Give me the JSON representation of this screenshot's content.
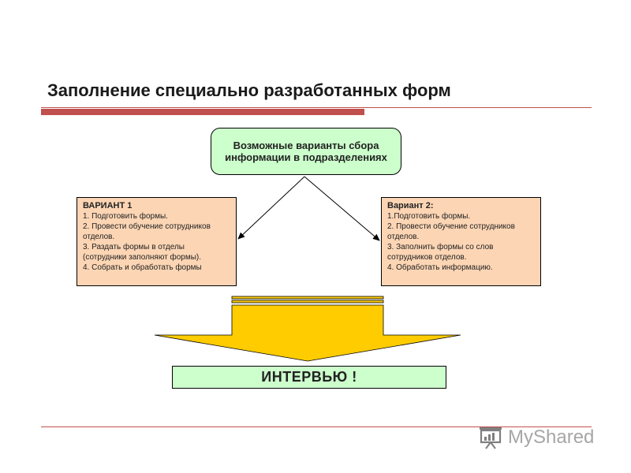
{
  "title": "Заполнение специально разработанных форм",
  "center_box": {
    "text": "Возможные варианты сбора информации в подразделениях"
  },
  "variant1": {
    "title": "ВАРИАНТ 1",
    "items": [
      "1. Подготовить формы.",
      "2. Провести обучение сотрудников отделов.",
      "3. Раздать формы в отделы (сотрудники заполняют формы).",
      "4. Собрать и обработать формы"
    ]
  },
  "variant2": {
    "title": "Вариант 2:",
    "items": [
      "1.Подготовить формы.",
      "2. Провести обучение сотрудников отделов.",
      "3. Заполнить формы со слов сотрудников отделов.",
      "4. Обработать информацию."
    ]
  },
  "result": "ИНТЕРВЬЮ !",
  "logo": {
    "text": "MyShared",
    "icon": "presentation-board-icon"
  },
  "colors": {
    "accent_rule": "#c0504d",
    "green_box": "#ccffcc",
    "variant_box": "#fcd5b4",
    "arrow_fill": "#ffcc00"
  }
}
